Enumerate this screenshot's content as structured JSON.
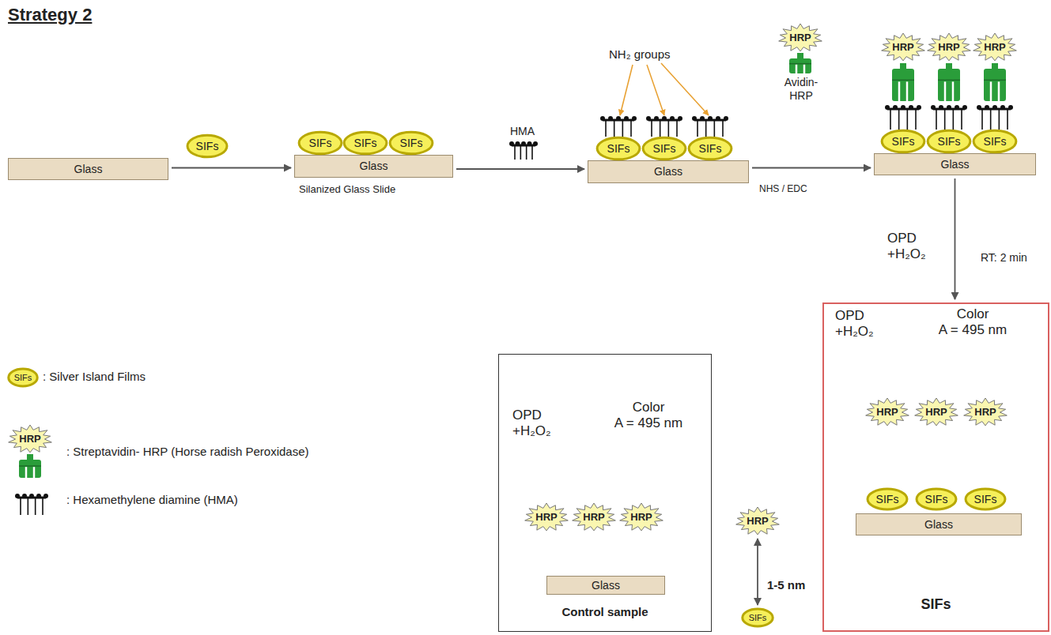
{
  "diagram": {
    "title": "Strategy 2",
    "nodes": [
      {
        "text": [
          "Glass"
        ]
      },
      {
        "text": [
          "SIFs"
        ]
      },
      {
        "text": [
          "Glass"
        ]
      },
      {
        "text": [
          "SIFs"
        ]
      },
      {
        "text": [
          "SIFs"
        ]
      },
      {
        "text": [
          "SIFs"
        ]
      },
      {
        "text": [
          "Glass"
        ]
      },
      {
        "text": [
          "SIFs"
        ]
      },
      {
        "text": [
          "SIFs"
        ]
      },
      {
        "text": [
          "SIFs"
        ]
      },
      {
        "text": [
          "HRP"
        ]
      },
      {
        "text": [
          "Glass"
        ]
      },
      {
        "text": [
          "SIFs"
        ]
      },
      {
        "text": [
          "SIFs"
        ]
      },
      {
        "text": [
          "SIFs"
        ]
      },
      {
        "text": [
          "HRP"
        ]
      },
      {
        "text": [
          "HRP"
        ]
      },
      {
        "text": [
          "HRP"
        ]
      },
      {
        "text": [
          "SIFs"
        ]
      },
      {
        "text": [
          "HRP"
        ]
      },
      {
        "text": [
          "Control sample"
        ]
      },
      {
        "text": [
          "HRP"
        ],
        "in": 20
      },
      {
        "text": [
          "HRP"
        ],
        "in": 20
      },
      {
        "text": [
          "HRP"
        ],
        "in": 20
      },
      {
        "text": [
          "Glass"
        ],
        "in": 20
      },
      {
        "text": [
          "HRP"
        ]
      },
      {
        "text": [
          "SIFs"
        ]
      },
      {
        "text": [
          "SIFs"
        ]
      },
      {
        "text": [
          "HRP"
        ],
        "in": 27
      },
      {
        "text": [
          "HRP"
        ],
        "in": 27
      },
      {
        "text": [
          "HRP"
        ],
        "in": 27
      },
      {
        "text": [
          "SIFs"
        ],
        "in": 27
      },
      {
        "text": [
          "SIFs"
        ],
        "in": 27
      },
      {
        "text": [
          "SIFs"
        ],
        "in": 27
      },
      {
        "text": [
          "Glass"
        ],
        "in": 27
      }
    ],
    "edges": [
      {
        "from": 0,
        "to": 2,
        "arrow": "to"
      },
      {
        "from": 2,
        "to": 6,
        "arrow": "to"
      },
      {
        "from": 6,
        "to": 11,
        "arrow": "to"
      },
      {
        "from": 11,
        "to": 27,
        "arrow": "to"
      },
      {
        "from": 25,
        "to": 26,
        "label": "1-5 nm",
        "arrow": "both"
      }
    ],
    "labels": [
      "Silanized Glass Slide",
      "HMA",
      "NH₂ groups",
      "Avidin- HRP",
      "NHS / EDC",
      "OPD +H₂O₂",
      "RT: 2 min",
      "OPD +H₂O₂",
      "Color A = 495 nm",
      "OPD +H₂O₂",
      "Color A = 495 nm"
    ],
    "legend": [
      {
        "text": ": Silver Island Films"
      },
      {
        "text": ": Streptavidin- HRP (Horse radish Peroxidase)"
      },
      {
        "text": ": Hexamethylene diamine (HMA)"
      }
    ]
  }
}
